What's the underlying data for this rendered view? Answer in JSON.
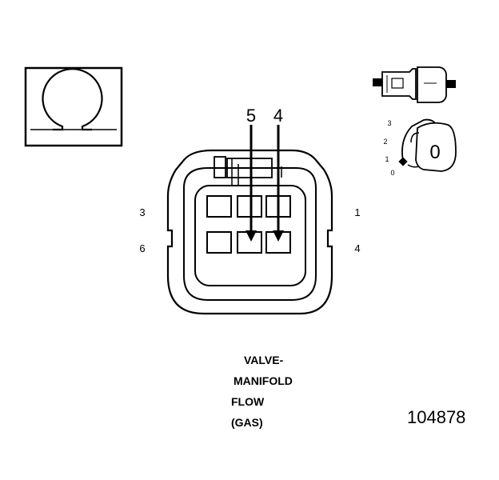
{
  "symbol": {
    "name": "ohm-symbol-icon"
  },
  "connector": {
    "pin_numbers": {
      "top_left": "3",
      "bottom_left": "6",
      "top_right": "1",
      "bottom_right": "4"
    },
    "probe_labels": {
      "left": "5",
      "right": "4"
    }
  },
  "inset": {
    "key_numbers": [
      "3",
      "2",
      "1",
      "0"
    ],
    "key_label": "0"
  },
  "caption": {
    "line1": "VALVE-",
    "line2": "MANIFOLD",
    "line3": "FLOW",
    "line4": "(GAS)"
  },
  "figure_number": "104878",
  "colors": {
    "ink": "#000000",
    "background": "#ffffff"
  }
}
